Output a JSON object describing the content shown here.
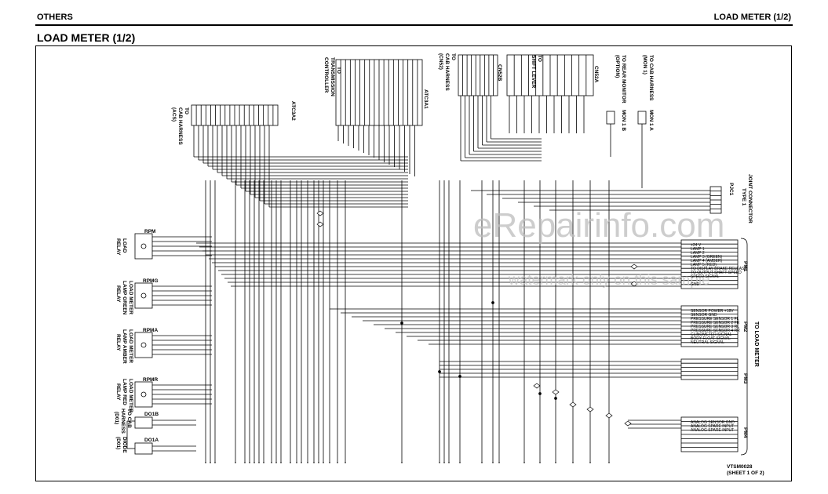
{
  "header": {
    "section": "OTHERS",
    "page_label": "LOAD METER (1/2)"
  },
  "title": "LOAD METER (1/2)",
  "watermark": {
    "main": "eRepairinfo.com",
    "sub": "watermark only on this sample"
  },
  "connectors": {
    "atc3a2": {
      "name": "ATC3A2",
      "dest": [
        "TO",
        "CAB HARNESS",
        "(ACS)"
      ]
    },
    "atc3a1": {
      "name": "ATC3A1",
      "dest": [
        "TO",
        "TRANSMISSION",
        "CONTROLLER"
      ]
    },
    "cn52b": {
      "name": "CN52B",
      "dest": [
        "TO",
        "CAB HARNESS",
        "(CN52)"
      ]
    },
    "cn52a": {
      "name": "CN52A",
      "dest": [
        "TO",
        "SHIFT LEVER"
      ]
    },
    "mon1b": {
      "name": "MON 1 B",
      "dest": [
        "TO REAR MONITOR",
        "(OPTION)"
      ]
    },
    "mon1a": {
      "name": "MON 1 A",
      "dest": [
        "TO CAB HARNESS",
        "(MON 1)"
      ]
    },
    "pjc1": {
      "name": "PJC1",
      "dest": [
        "JOINT CONNECTOR",
        "TYPE 1"
      ]
    }
  },
  "relays": [
    {
      "code": "RPM",
      "label": [
        "LOAD",
        "RELAY"
      ]
    },
    {
      "code": "RPMG",
      "label": [
        "LOAD METER",
        "LAMP GREEN",
        "RELAY"
      ]
    },
    {
      "code": "RPMA",
      "label": [
        "LOAD METER",
        "LAMP AMBER",
        "RELAY"
      ]
    },
    {
      "code": "RPMR",
      "label": [
        "LOAD METER",
        "LAMP RED",
        "RELAY"
      ]
    },
    {
      "code": "DO1B",
      "label": [
        "TO CAB",
        "HARNESS",
        "(D01)"
      ]
    },
    {
      "code": "DO1A",
      "label": [
        "DIODE",
        "(D01)"
      ]
    }
  ],
  "load_meter": {
    "label": "TO LOAD METER",
    "pm1": {
      "name": "PM1",
      "functions": [
        "+24 V",
        "LAMP 1",
        "LAMP 2",
        "LAMP 3 (GREEN)",
        "LAMP 4 (AMBER)",
        "LAMP 5 (RED)",
        "TO DISPLAY BRAKE RELEASE",
        "TO OUTPUT SHAFT SPEED",
        "SPEED SIGNAL",
        "",
        "GND"
      ]
    },
    "pm2": {
      "name": "PM2",
      "functions": [
        "",
        "SENSOR POWER +18V",
        "SENSOR GND",
        "PRESSURE SENSOR 1 FL",
        "PRESSURE SENSOR 2 FR",
        "PRESSURE SENSOR 3 RL",
        "PRESSURE SENSOR 4 RR",
        "CLINOMETER SIGNAL",
        "BODY FLOAT SIGNAL",
        "NEUTRAL SIGNAL"
      ]
    },
    "pm3": {
      "name": "PM3"
    },
    "pm4": {
      "name": "PM4",
      "functions": [
        "ANALOG SENSOR GND",
        "ANALOG SPARE INPUT",
        "ANALOG SPARE INPUT"
      ]
    }
  },
  "sheet": {
    "code": "VTSM0028",
    "note": "(SHEET 1 OF 2)"
  }
}
